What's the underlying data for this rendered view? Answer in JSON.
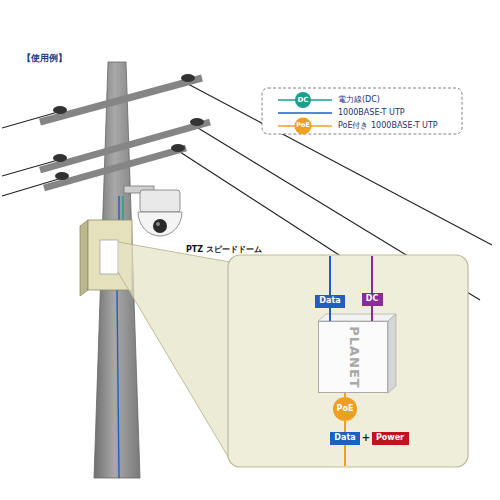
{
  "diagram": {
    "title": "【使用例】",
    "nodes": [
      {
        "text": [
          "Data"
        ]
      },
      {
        "text": [
          "DC"
        ]
      },
      {
        "text": [
          "PLANET"
        ]
      },
      {
        "text": [
          "PoE"
        ]
      },
      {
        "text": [
          "Data"
        ]
      },
      {
        "text": [
          "Power"
        ]
      }
    ],
    "edges": [
      {
        "from": 0,
        "to": 2,
        "arrow": "none"
      },
      {
        "from": 1,
        "to": 2,
        "arrow": "none"
      },
      {
        "from": 2,
        "to": 3,
        "arrow": "none"
      }
    ],
    "labels": [
      "DC",
      "PoE",
      "PTZ スピードドーム",
      "+"
    ],
    "legend": [
      {
        "text": "電力線(DC)"
      },
      {
        "text": "1000BASE-T UTP"
      },
      {
        "text": "PoE付き 1000BASE-T UTP"
      }
    ]
  }
}
